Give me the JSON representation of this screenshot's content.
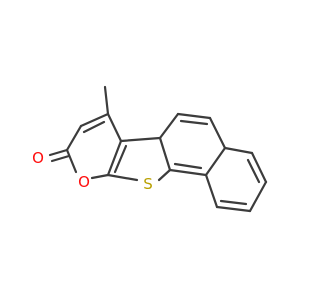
{
  "molecule": {
    "atoms": {
      "carbonyl_oxygen": {
        "symbol": "O",
        "color": "#ff0d0d"
      },
      "ring_oxygen": {
        "symbol": "O",
        "color": "#ff0d0d"
      },
      "sulfur": {
        "symbol": "S",
        "color": "#b8a000"
      }
    },
    "bond_color": "#3c3c3c",
    "background": "#ffffff"
  }
}
